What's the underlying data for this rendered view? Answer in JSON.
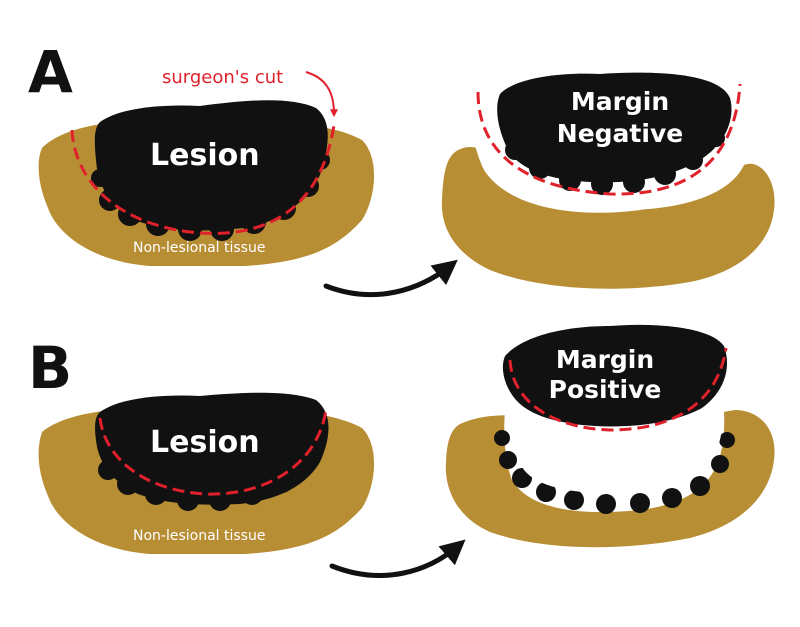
{
  "colors": {
    "tissue": "#B88E34",
    "lesion": "#111111",
    "cut_line": "#E0202A",
    "background": "#FFFFFF",
    "arrow": "#111111"
  },
  "panel_a": {
    "letter": "A",
    "cut_annotation": "surgeon's cut",
    "lesion_label": "Lesion",
    "tissue_label": "Non-lesional tissue",
    "result_line1": "Margin",
    "result_line2": "Negative"
  },
  "panel_b": {
    "letter": "B",
    "lesion_label": "Lesion",
    "tissue_label": "Non-lesional tissue",
    "result_line1": "Margin",
    "result_line2": "Positive"
  },
  "icons": {
    "transition_arrow": "curved-arrow-right",
    "cut_pointer": "curved-arrow-down"
  }
}
